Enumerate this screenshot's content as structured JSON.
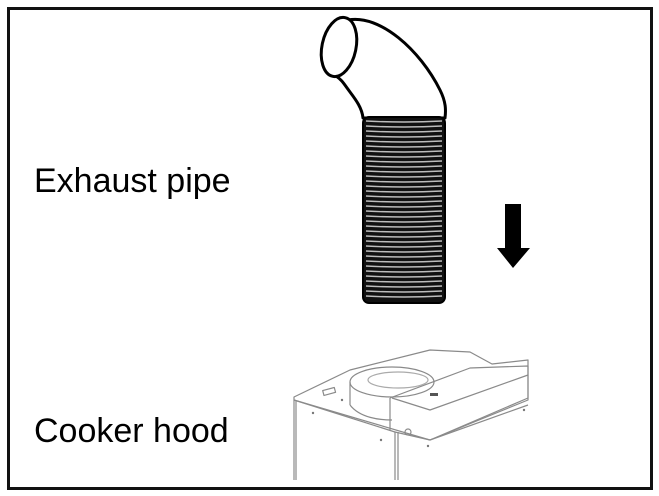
{
  "diagram": {
    "labels": {
      "exhaust_pipe": "Exhaust pipe",
      "cooker_hood": "Cooker hood"
    },
    "icons": {
      "pipe": "flexible-exhaust-pipe-illustration",
      "hood": "cooker-hood-illustration",
      "arrow": "arrow-down-icon"
    },
    "colors": {
      "border": "#111111",
      "pipe_stroke": "#000000",
      "hood_stroke": "#8a8a8a",
      "arrow_fill": "#000000"
    }
  }
}
